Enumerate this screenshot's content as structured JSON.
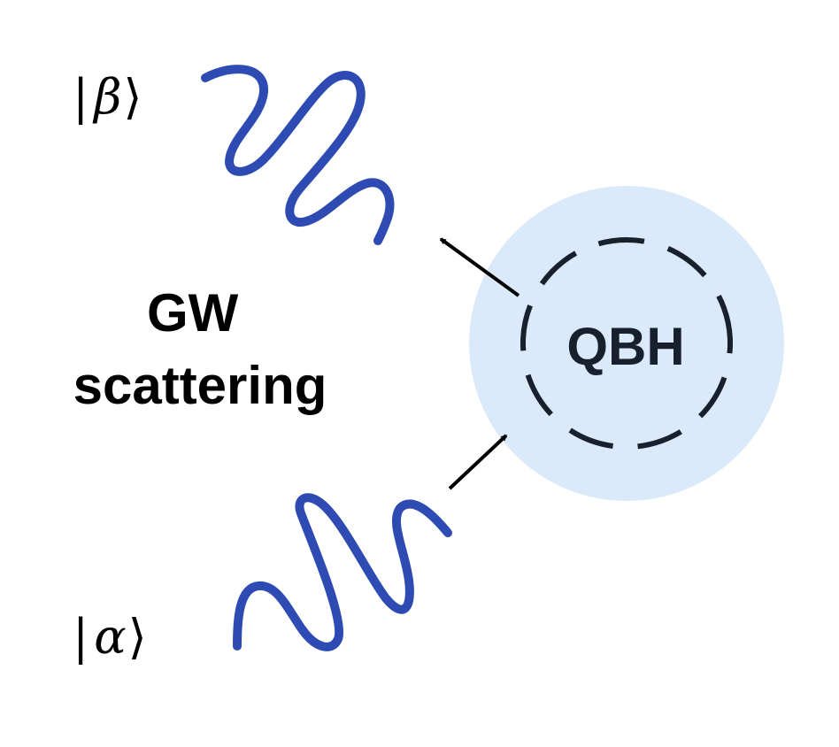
{
  "outgoing_state": {
    "open": "|",
    "symbol": "β",
    "close": "⟩"
  },
  "incoming_state": {
    "open": "|",
    "symbol": "α",
    "close": "⟩"
  },
  "process_label": {
    "line1": "GW",
    "line2": "scattering"
  },
  "black_hole": {
    "label": "QBH"
  },
  "colors": {
    "wave": "#2d4bb3",
    "halo": "#dbeafa",
    "horizon": "#17202c",
    "arrow": "#000000",
    "text": "#000000"
  },
  "icons": {
    "incoming_arrow": "arrow-up-right-icon",
    "outgoing_arrow": "arrow-up-left-icon"
  }
}
